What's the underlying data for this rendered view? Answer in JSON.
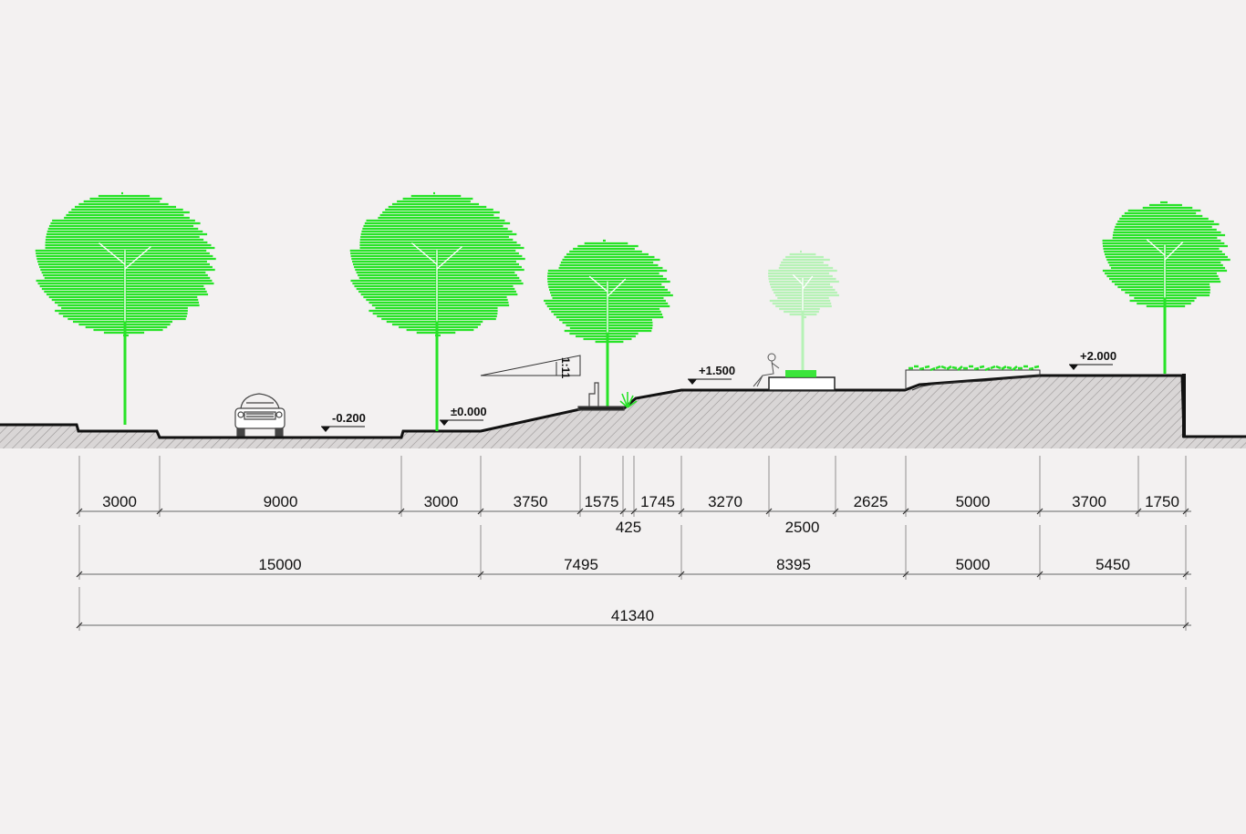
{
  "colors": {
    "background": "#f3f1f1",
    "ground_fill": "#d9d6d6",
    "ground_hatch": "#9a9696",
    "profile_line": "#111111",
    "tree_bright": "#27e327",
    "tree_light": "#b6f2b6",
    "dimension_line": "#555555"
  },
  "elevations": {
    "road": "-0.200",
    "walk": "±0.000",
    "plaza": "+1.500",
    "terrace": "+2.000"
  },
  "slope_label": "1:11",
  "dimensions": {
    "row1": [
      "3000",
      "9000",
      "3000",
      "3750",
      "1575",
      "1745",
      "3270",
      "2625",
      "5000",
      "3700",
      "1750"
    ],
    "row1b": [
      "425",
      "2500"
    ],
    "row2": [
      "15000",
      "7495",
      "8395",
      "5000",
      "5450"
    ],
    "total": "41340"
  },
  "icons": {
    "car": "car-icon",
    "bench": "bench-icon",
    "person": "seated-person-icon",
    "shrub": "shrub-icon",
    "planter": "planter-icon"
  }
}
